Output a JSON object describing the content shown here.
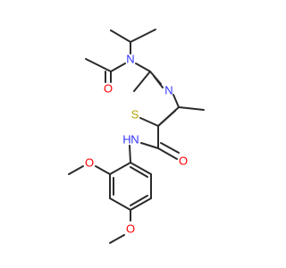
{
  "molecule": {
    "atoms": {
      "o_acetyl": "O",
      "n_amine": "N",
      "n_thiazole": "N",
      "s_thiazole": "S",
      "o_amide": "O",
      "n_amide": "N",
      "h_amide": "H",
      "o_methoxy_ortho": "O",
      "o_methoxy_para": "O"
    },
    "colors": {
      "bond": "#2b2b2b",
      "oxygen": "#ff0000",
      "nitrogen": "#3333ff",
      "sulfur": "#b2a300"
    }
  }
}
